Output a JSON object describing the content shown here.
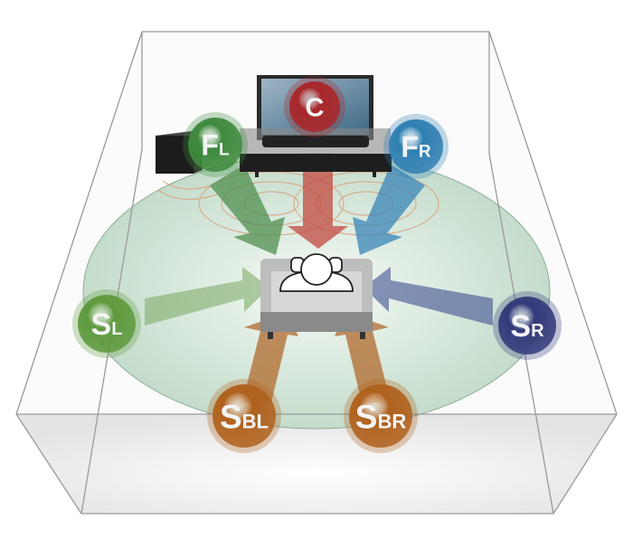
{
  "speakers": [
    {
      "id": "center",
      "main": "C",
      "sub": "",
      "color": "#a8272a"
    },
    {
      "id": "front-left",
      "main": "F",
      "sub": "L",
      "color": "#3f8a3e"
    },
    {
      "id": "front-right",
      "main": "F",
      "sub": "R",
      "color": "#2f7fb2"
    },
    {
      "id": "surround-left",
      "main": "S",
      "sub": "L",
      "color": "#5f9a3f"
    },
    {
      "id": "surround-right",
      "main": "S",
      "sub": "R",
      "color": "#333a7a"
    },
    {
      "id": "surround-back-left",
      "main": "S",
      "sub": "BL",
      "color": "#b0621e"
    },
    {
      "id": "surround-back-right",
      "main": "S",
      "sub": "BR",
      "color": "#b0621e"
    }
  ],
  "colors": {
    "floor": "#cfe3d4",
    "room_line": "#9a9a9a"
  }
}
